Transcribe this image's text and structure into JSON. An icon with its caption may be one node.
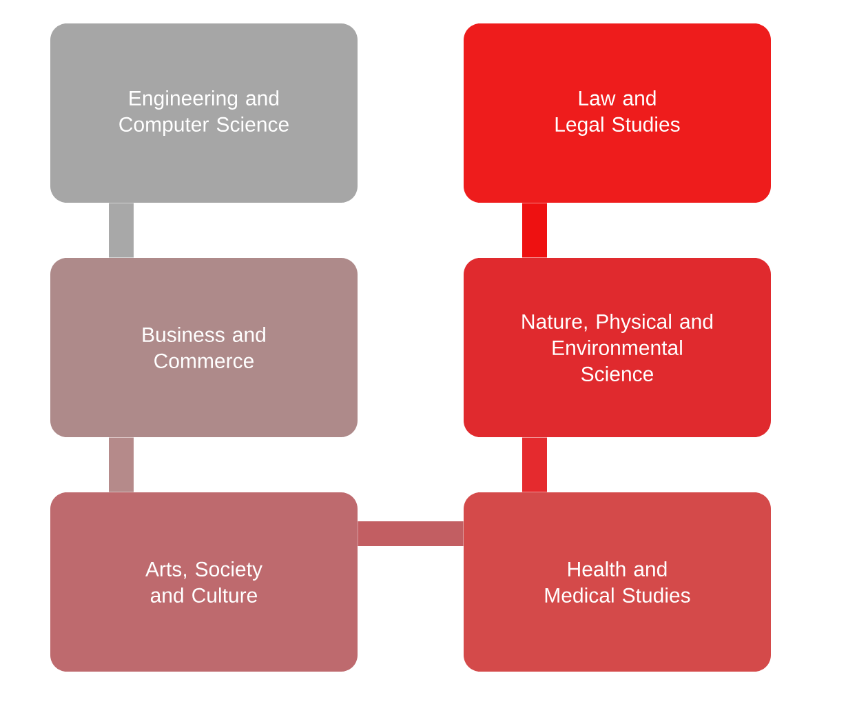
{
  "diagram": {
    "nodes": [
      {
        "text": [
          "Engineering and Computer Science"
        ]
      },
      {
        "text": [
          "Law and Legal Studies"
        ]
      },
      {
        "text": [
          "Business and Commerce"
        ]
      },
      {
        "text": [
          "Nature, Physical and Environmental Science"
        ]
      },
      {
        "text": [
          "Arts, Society and Culture"
        ]
      },
      {
        "text": [
          "Health and Medical Studies"
        ]
      }
    ],
    "edges": [
      {
        "from": 0,
        "to": 2,
        "arrow": "none",
        "color": "#a8a8a8"
      },
      {
        "from": 1,
        "to": 3,
        "arrow": "none",
        "color": "#ee1111"
      },
      {
        "from": 2,
        "to": 4,
        "arrow": "none",
        "color": "#b58a8a"
      },
      {
        "from": 3,
        "to": 5,
        "arrow": "none",
        "color": "#e52a2e"
      },
      {
        "from": 4,
        "to": 5,
        "arrow": "none",
        "color": "#c25e62"
      }
    ]
  }
}
